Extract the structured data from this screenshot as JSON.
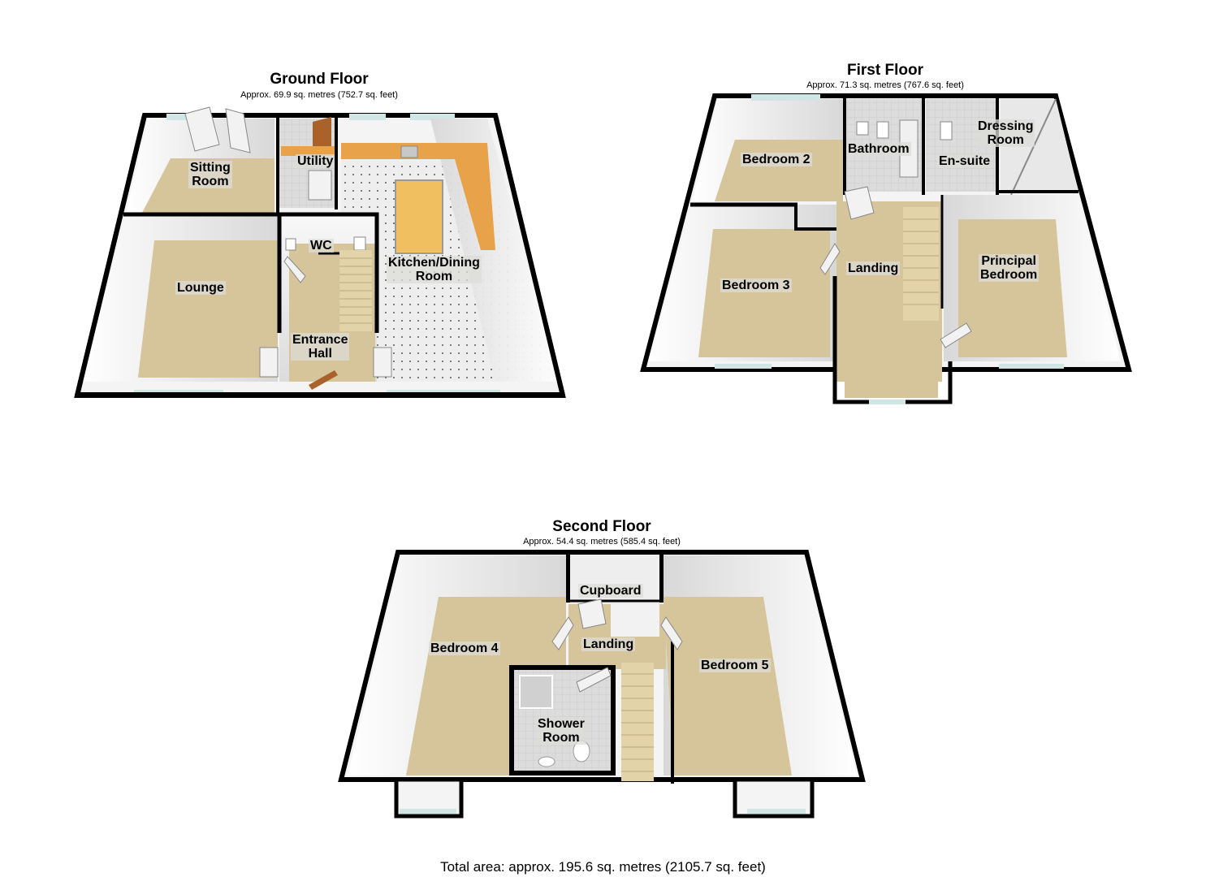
{
  "colors": {
    "wall": "#000000",
    "wall_face": "#f4f4f4",
    "carpet": "#d6c49a",
    "tile_floor": "#eeeeee",
    "worktop": "#e7a24a",
    "island": "#f0c060",
    "bath_tile": "#dedede",
    "window": "#cfe6e4",
    "door_wood": "#a8622a",
    "stairs": "#e3d3a8"
  },
  "floors": [
    {
      "name": "Ground Floor",
      "area": "Approx. 69.9 sq. metres (752.7 sq. feet)",
      "rooms": [
        {
          "label": "Sitting\nRoom"
        },
        {
          "label": "Utility"
        },
        {
          "label": "WC"
        },
        {
          "label": "Lounge"
        },
        {
          "label": "Kitchen/Dining\nRoom"
        },
        {
          "label": "Entrance\nHall"
        }
      ]
    },
    {
      "name": "First Floor",
      "area": "Approx. 71.3 sq. metres (767.6 sq. feet)",
      "rooms": [
        {
          "label": "Bedroom 2"
        },
        {
          "label": "Bathroom"
        },
        {
          "label": "En-suite"
        },
        {
          "label": "Dressing\nRoom"
        },
        {
          "label": "Landing"
        },
        {
          "label": "Bedroom 3"
        },
        {
          "label": "Principal\nBedroom"
        }
      ]
    },
    {
      "name": "Second Floor",
      "area": "Approx. 54.4 sq. metres (585.4 sq. feet)",
      "rooms": [
        {
          "label": "Cupboard"
        },
        {
          "label": "Landing"
        },
        {
          "label": "Bedroom 4"
        },
        {
          "label": "Bedroom 5"
        },
        {
          "label": "Shower\nRoom"
        }
      ]
    }
  ],
  "total_area": "Total area: approx. 195.6 sq. metres (2105.7 sq. feet)"
}
